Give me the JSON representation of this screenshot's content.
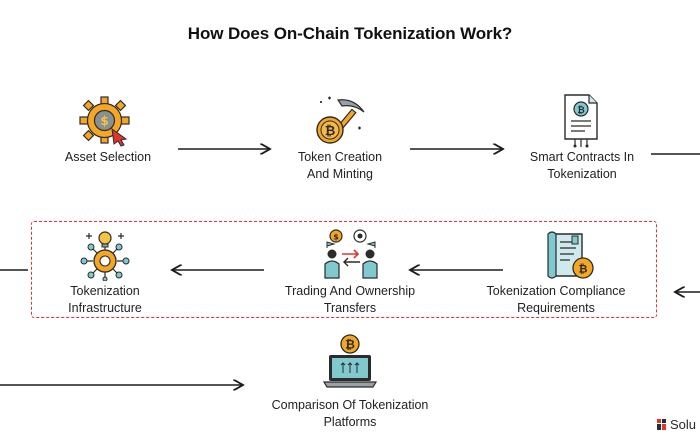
{
  "diagram": {
    "title": "How Does On-Chain Tokenization Work?",
    "steps": [
      {
        "id": "asset-selection",
        "lines": [
          "Asset Selection"
        ],
        "icon": "gear-coin-icon"
      },
      {
        "id": "token-creation",
        "lines": [
          "Token Creation",
          "And Minting"
        ],
        "icon": "pickaxe-bitcoin-icon"
      },
      {
        "id": "smart-contracts",
        "lines": [
          "Smart Contracts In",
          "Tokenization"
        ],
        "icon": "contract-document-icon"
      },
      {
        "id": "compliance",
        "lines": [
          "Tokenization Compliance",
          "Requirements"
        ],
        "icon": "compliance-document-icon"
      },
      {
        "id": "trading",
        "lines": [
          "Trading And Ownership",
          "Transfers"
        ],
        "icon": "ownership-transfer-icon"
      },
      {
        "id": "infrastructure",
        "lines": [
          "Tokenization",
          "Infrastructure"
        ],
        "icon": "network-infrastructure-icon"
      },
      {
        "id": "comparison",
        "lines": [
          "Comparison Of Tokenization",
          "Platforms"
        ],
        "icon": "laptop-bitcoin-icon"
      }
    ],
    "highlight_color": "#e0352b",
    "accent_colors": {
      "orange": "#f5a623",
      "teal": "#7fc9cf",
      "dark": "#2b2b2b"
    }
  },
  "brand": {
    "text": "Solu"
  }
}
